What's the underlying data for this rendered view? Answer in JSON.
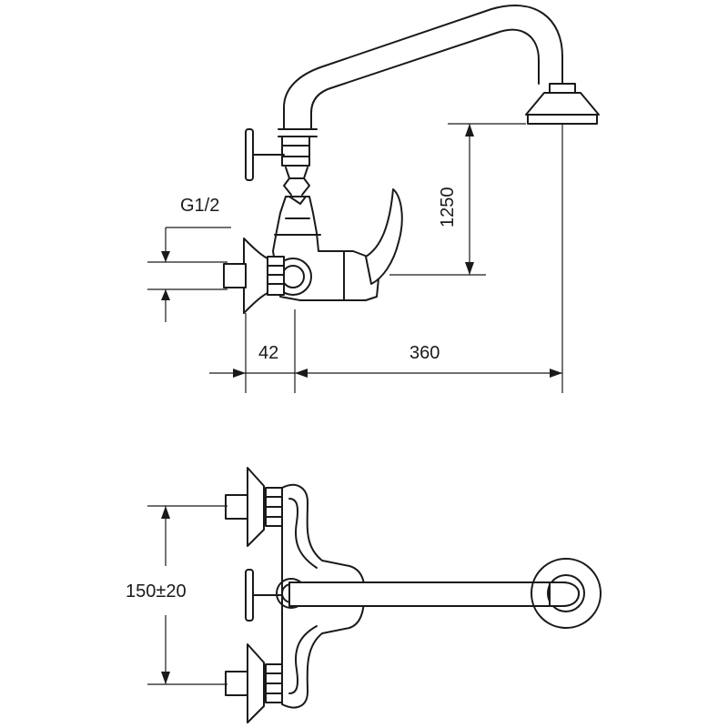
{
  "drawing": {
    "labels": {
      "thread": "G1/2",
      "height": "1250",
      "offset": "42",
      "reach": "360",
      "spacing": "150±20"
    }
  }
}
